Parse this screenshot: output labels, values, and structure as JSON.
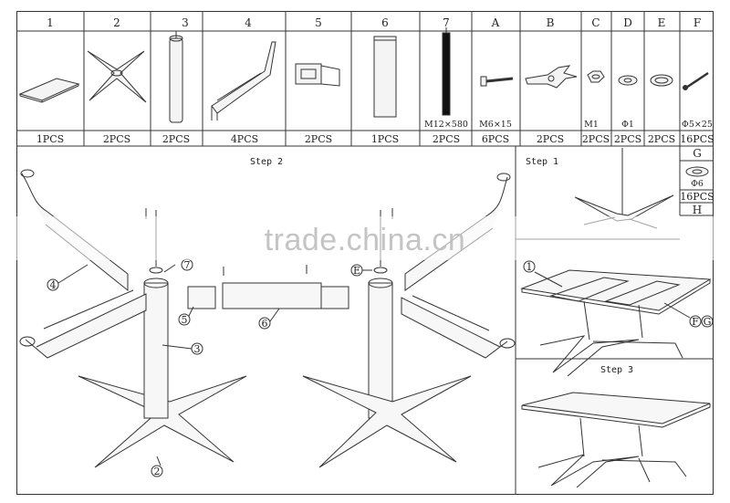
{
  "parts": [
    {
      "id": "1",
      "qty": "1PCS",
      "spec": "",
      "icon": "glass-top-panel"
    },
    {
      "id": "2",
      "qty": "2PCS",
      "spec": "",
      "icon": "cross-base"
    },
    {
      "id": "3",
      "qty": "2PCS",
      "spec": "",
      "icon": "column-tube"
    },
    {
      "id": "4",
      "qty": "4PCS",
      "spec": "",
      "icon": "support-arm"
    },
    {
      "id": "5",
      "qty": "2PCS",
      "spec": "",
      "icon": "connector-bracket"
    },
    {
      "id": "6",
      "qty": "1PCS",
      "spec": "",
      "icon": "beam-bar"
    },
    {
      "id": "7",
      "qty": "2PCS",
      "spec": "M12×580",
      "icon": "threaded-rod"
    },
    {
      "id": "A",
      "qty": "6PCS",
      "spec": "M6×15",
      "icon": "bolt"
    },
    {
      "id": "B",
      "qty": "2PCS",
      "spec": "",
      "icon": "wrench"
    },
    {
      "id": "C",
      "qty": "2PCS",
      "spec": "M1",
      "icon": "nut"
    },
    {
      "id": "D",
      "qty": "2PCS",
      "spec": "Φ1",
      "icon": "washer"
    },
    {
      "id": "E",
      "qty": "2PCS",
      "spec": "",
      "icon": "ring-washer"
    },
    {
      "id": "F",
      "qty": "16PCS",
      "spec": "Φ5×25",
      "icon": "screw"
    }
  ],
  "extra_part": {
    "id": "G",
    "qty": "16PCS",
    "spec": "Φ6",
    "icon": "washer"
  },
  "extra_part_h": {
    "id": "H"
  },
  "steps": {
    "step1": "Step 1",
    "step2": "Step 2",
    "step3": "Step 3"
  },
  "callouts": [
    "1",
    "2",
    "3",
    "4",
    "5",
    "6",
    "7",
    "E",
    "F",
    "G"
  ],
  "watermark": "trade.china.cn"
}
